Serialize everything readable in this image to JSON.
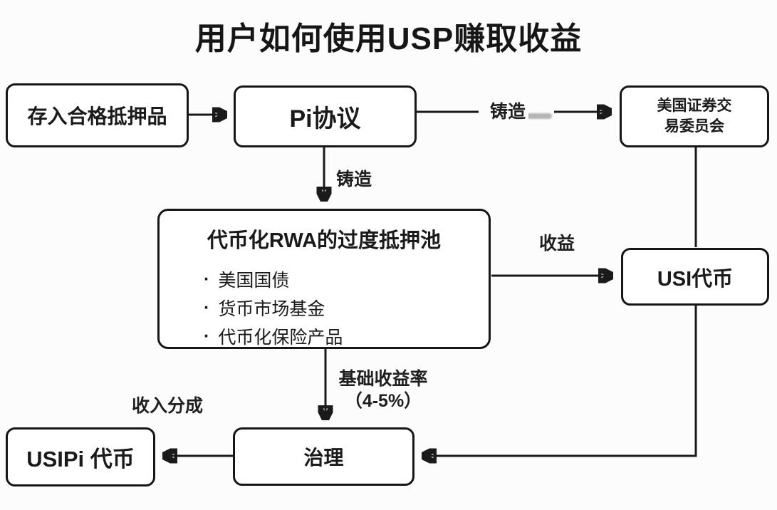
{
  "title": "用户如何使用USP赚取收益",
  "diagram": {
    "nodes": {
      "deposit": {
        "label": "存入合格抵押品"
      },
      "pi_protocol": {
        "label": "Pi协议"
      },
      "sec": {
        "label_line1": "美国证券交",
        "label_line2": "易委员会"
      },
      "pool": {
        "title": "代币化RWA的过度抵押池",
        "bullet": "·",
        "items": [
          "美国国债",
          "货币市场基金",
          "代币化保险产品"
        ]
      },
      "usi_token": {
        "label": "USI代币"
      },
      "governance": {
        "label": "治理"
      },
      "usipi_token": {
        "label": "USIPi 代币"
      }
    },
    "edge_labels": {
      "mint_right": "铸造",
      "mint_down": "铸造",
      "yield": "收益",
      "base_yield_line1": "基础收益率",
      "base_yield_line2": "（4-5%）",
      "revenue_share": "收入分成"
    },
    "colors": {
      "background": "#fcfcfc",
      "box_bg": "#ffffff",
      "line": "#1a1a1a",
      "text": "#1a1a1a"
    }
  }
}
